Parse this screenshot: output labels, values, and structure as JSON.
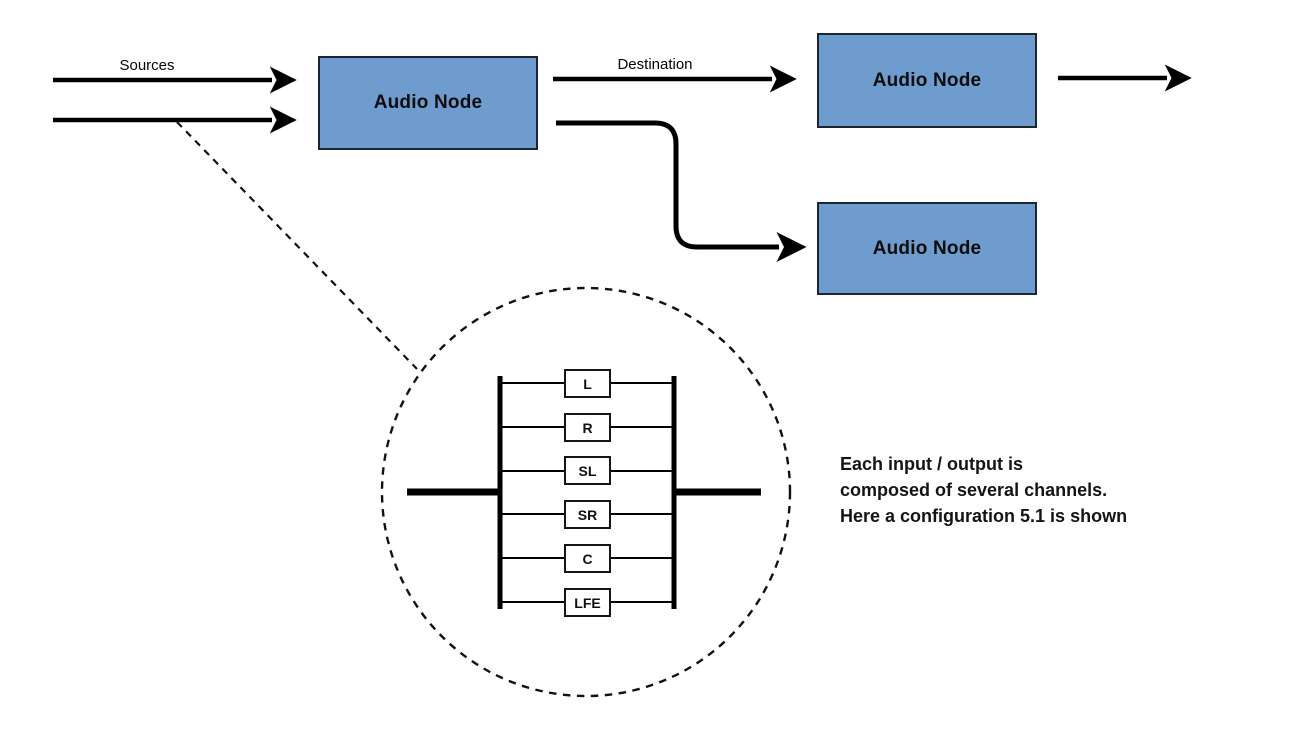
{
  "labels": {
    "sources": "Sources",
    "destination": "Destination"
  },
  "nodes": [
    {
      "label": "Audio Node"
    },
    {
      "label": "Audio Node"
    },
    {
      "label": "Audio Node"
    }
  ],
  "detail": {
    "channels": [
      "L",
      "R",
      "SL",
      "SR",
      "C",
      "LFE"
    ]
  },
  "caption": {
    "lines": [
      "Each input / output is",
      "composed of several channels.",
      "Here a configuration 5.1 is shown"
    ]
  },
  "colors": {
    "canvas_bg": "#ffffff",
    "node_fill": "#6f9cce",
    "node_border": "#1c2633",
    "line": "#000000",
    "text": "#101010"
  }
}
